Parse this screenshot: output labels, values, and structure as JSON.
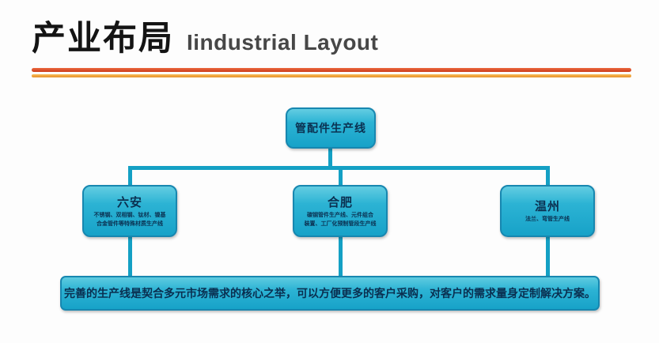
{
  "header": {
    "title_zh": "产业布局",
    "title_en": "Iindustrial Layout"
  },
  "diagram": {
    "root": {
      "label": "管配件生产线"
    },
    "children": [
      {
        "name": "六安",
        "desc": [
          "不锈钢、双相钢、钛材、镍基",
          "合金管件等特殊材质生产线"
        ]
      },
      {
        "name": "合肥",
        "desc": [
          "碳钢管件生产线、元件组合",
          "装置、工厂化预制管段生产线"
        ]
      },
      {
        "name": "温州",
        "desc": [
          "法兰、弯管生产线"
        ]
      }
    ],
    "banner": "完善的生产线是契合多元市场需求的核心之举，可以方便更多的客户采购，对客户的需求量身定制解决方案。"
  },
  "colors": {
    "box_fill_top": "#5ecbe0",
    "box_fill_bottom": "#17a2c8",
    "box_border": "#1787b0",
    "box_text": "#0b3050",
    "connector": "#14a0c4",
    "divider_red": "#c93b1a",
    "divider_orange": "#e8922c",
    "title_zh_color": "#141414",
    "title_en_color": "#474747"
  }
}
